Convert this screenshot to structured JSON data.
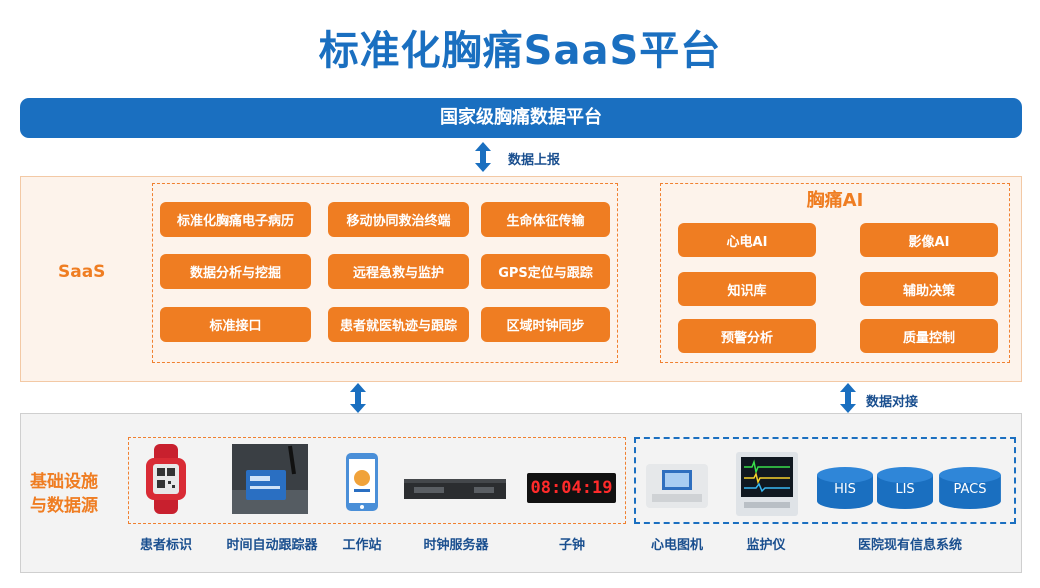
{
  "title": "标准化胸痛SaaS平台",
  "top_platform": "国家级胸痛数据平台",
  "arrows": {
    "report": "数据上报",
    "connect": "数据对接"
  },
  "saas": {
    "label": "SaaS",
    "modules": [
      "标准化胸痛电子病历",
      "移动协同救治终端",
      "生命体征传输",
      "数据分析与挖掘",
      "远程急救与监护",
      "GPS定位与跟踪",
      "标准接口",
      "患者就医轨迹与跟踪",
      "区域时钟同步"
    ]
  },
  "ai": {
    "title": "胸痛AI",
    "modules": [
      "心电AI",
      "影像AI",
      "知识库",
      "辅助决策",
      "预警分析",
      "质量控制"
    ]
  },
  "infra": {
    "label_line1": "基础设施",
    "label_line2": "与数据源",
    "clock_display": "08:04:19",
    "devices": [
      "患者标识",
      "时间自动跟踪器",
      "工作站",
      "时钟服务器",
      "子钟",
      "心电图机",
      "监护仪"
    ],
    "systems_label": "医院现有信息系统",
    "systems": [
      "HIS",
      "LIS",
      "PACS"
    ]
  },
  "colors": {
    "blue": "#1a6fc0",
    "orange": "#ef7d22"
  }
}
